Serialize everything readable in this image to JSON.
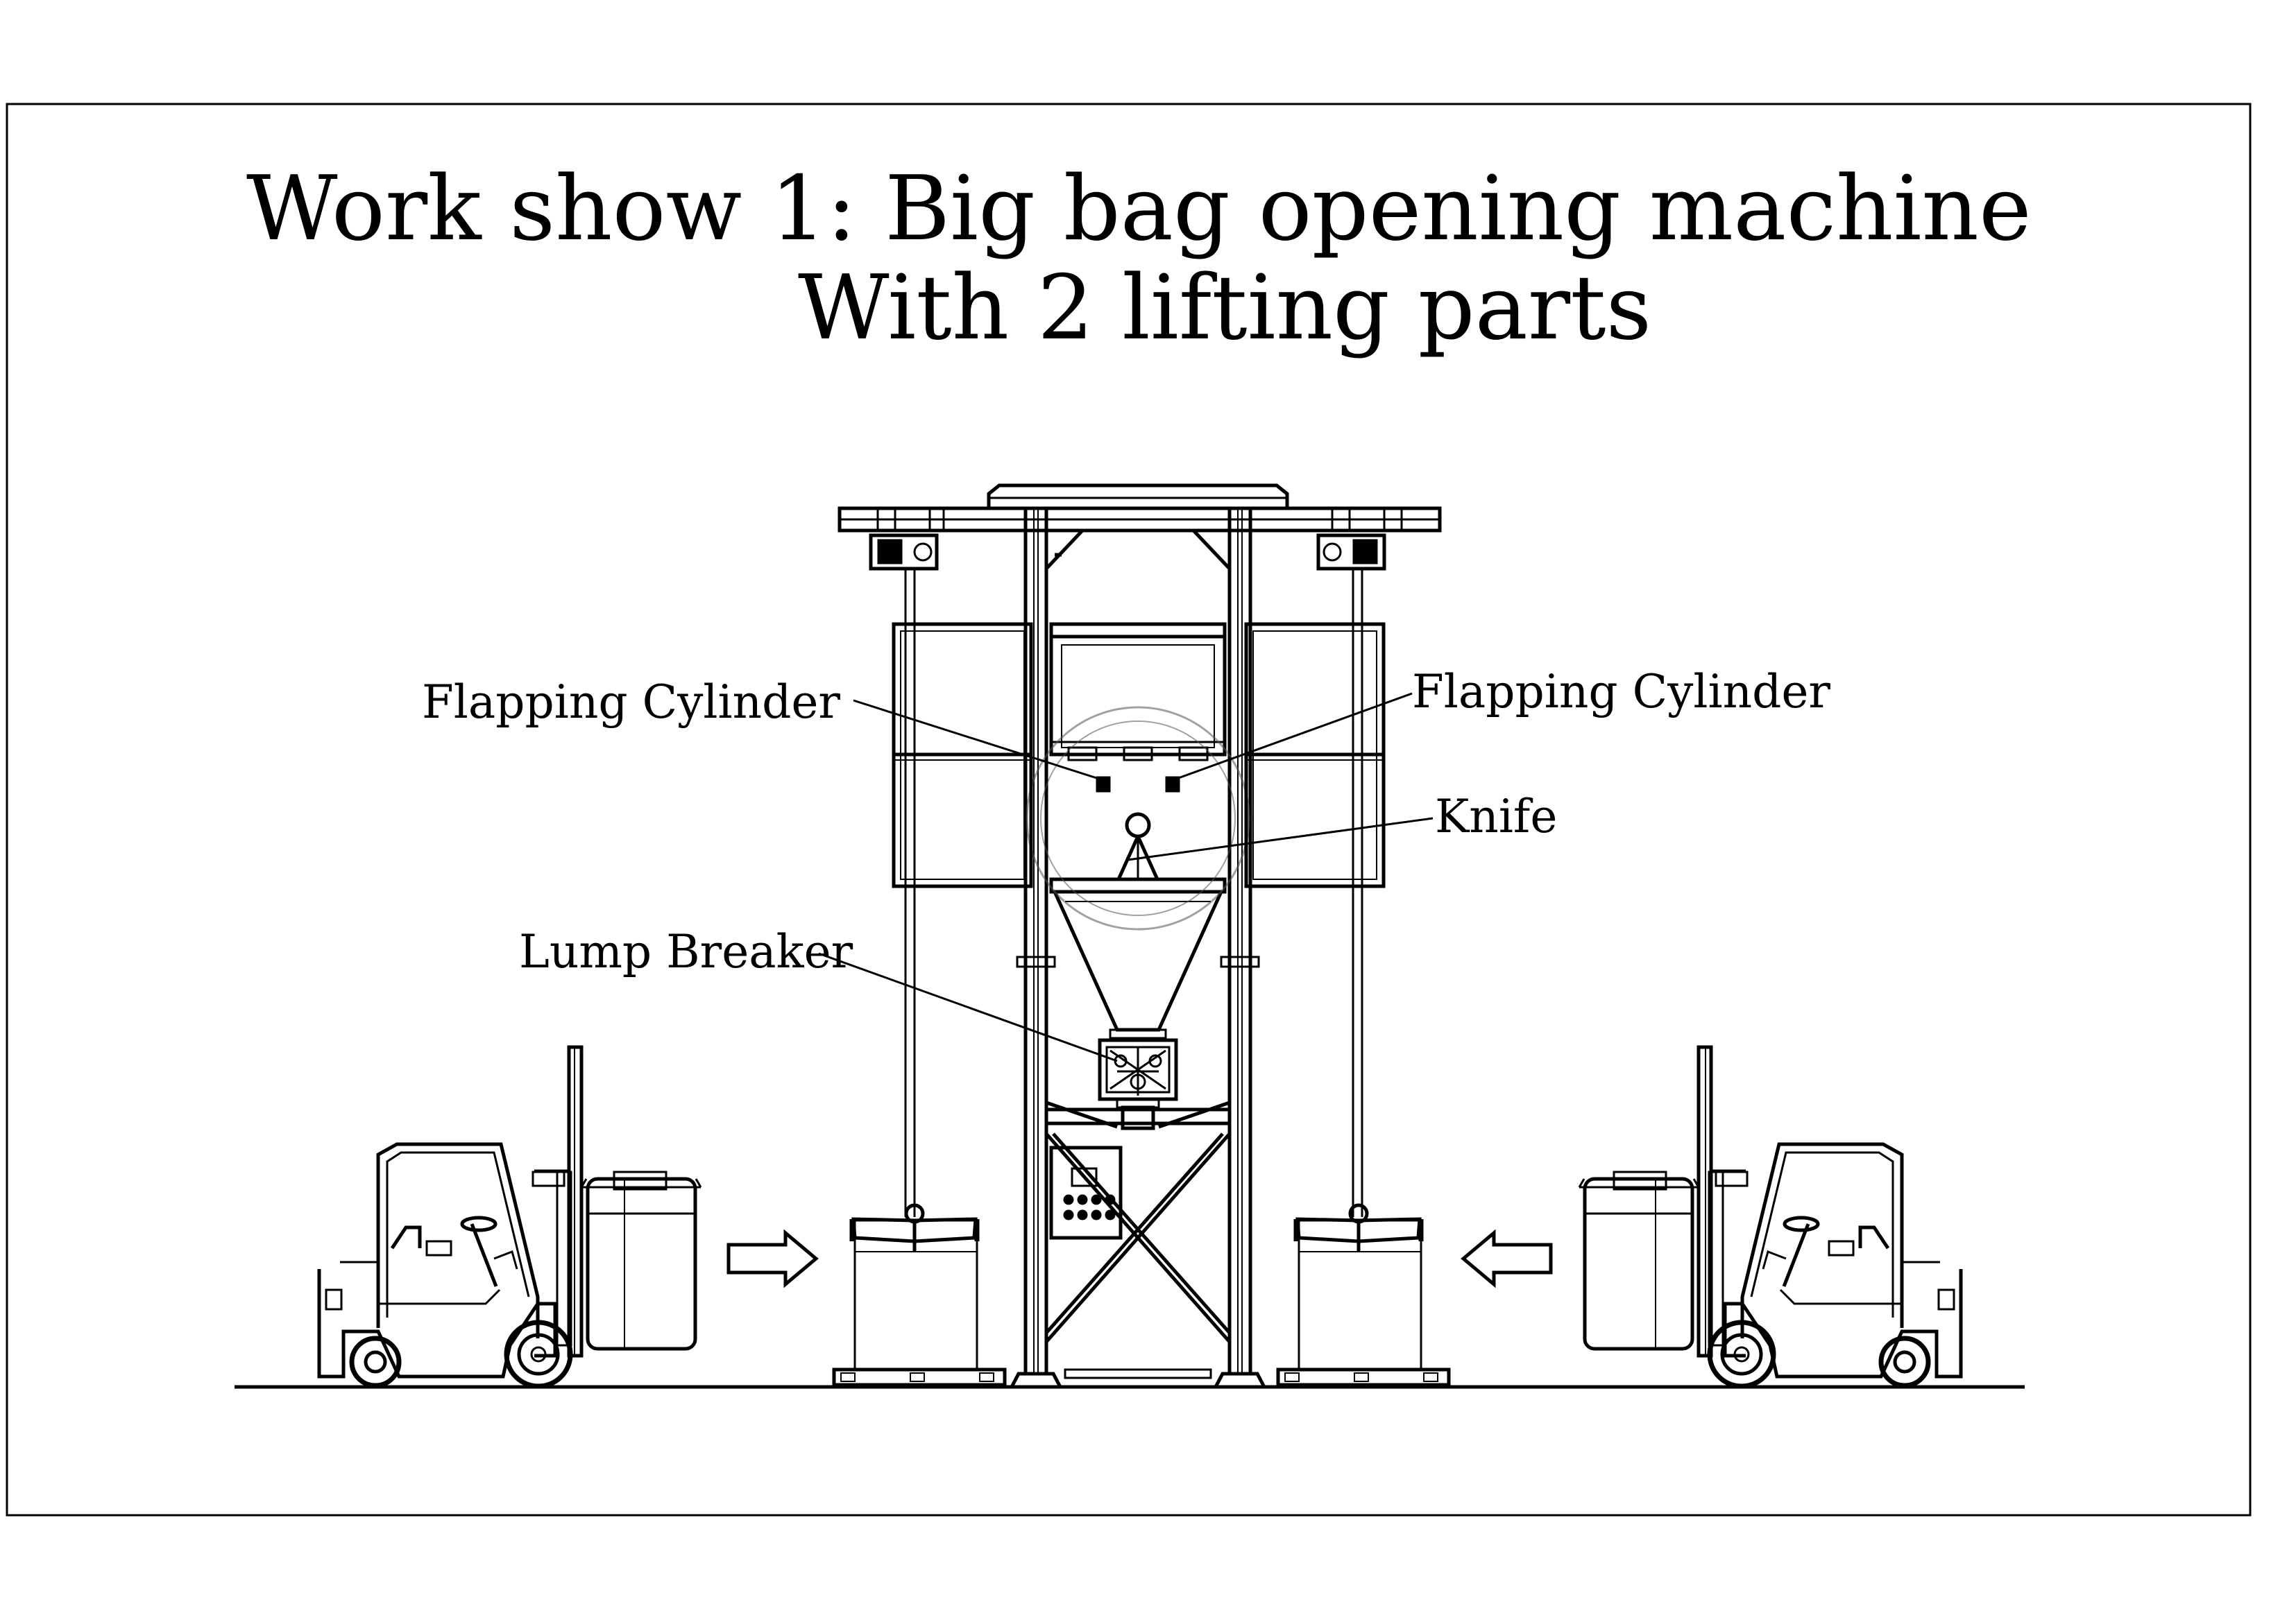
{
  "title": {
    "line1": "Work show 1: Big bag opening machine",
    "line2": "With 2 lifting parts"
  },
  "labels": {
    "flapping_cylinder_left": "Flapping Cylinder",
    "flapping_cylinder_right": "Flapping Cylinder",
    "knife": "Knife",
    "lump_breaker": "Lump Breaker"
  },
  "icons": [
    "arrow-right-icon",
    "arrow-left-icon",
    "forklift-icon",
    "control-panel-icon",
    "watermark-seal-icon"
  ],
  "colors": {
    "line": "#000000",
    "background": "#ffffff"
  }
}
